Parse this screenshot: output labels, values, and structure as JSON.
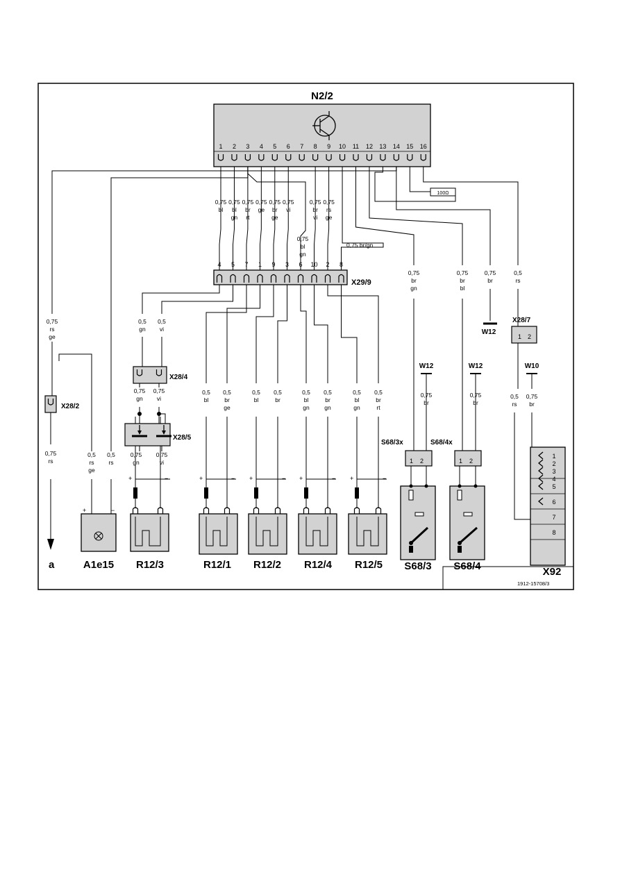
{
  "module": {
    "label": "N2/2",
    "pins": [
      "1",
      "2",
      "3",
      "4",
      "5",
      "6",
      "7",
      "8",
      "9",
      "10",
      "11",
      "12",
      "13",
      "14",
      "15",
      "16"
    ]
  },
  "resistor": {
    "label": "100Ω"
  },
  "connector_x29_9": {
    "label": "X29/9",
    "pins": [
      "4",
      "5",
      "7",
      "1",
      "9",
      "3",
      "6",
      "10",
      "2",
      "8"
    ]
  },
  "top_wires": [
    {
      "gauge": "0,75",
      "colors": [
        "bl"
      ]
    },
    {
      "gauge": "0,75",
      "colors": [
        "bl",
        "gn"
      ]
    },
    {
      "gauge": "0,75",
      "colors": [
        "br",
        "rt"
      ]
    },
    {
      "gauge": "0,75",
      "colors": [
        "ge"
      ]
    },
    {
      "gauge": "0,75",
      "colors": [
        "br",
        "ge"
      ]
    },
    {
      "gauge": "0,75",
      "colors": [
        "vi"
      ]
    },
    {
      "gauge": "0,75",
      "colors": [
        "br",
        "vi"
      ]
    },
    {
      "gauge": "0,75",
      "colors": [
        "rs",
        "ge"
      ]
    }
  ],
  "mid_wire": {
    "gauge": "0,75",
    "colors": [
      "bl",
      "gn"
    ]
  },
  "brgn_label": "0,75 br/gn",
  "right_wires": [
    {
      "gauge": "0,75",
      "colors": [
        "br",
        "gn"
      ]
    },
    {
      "gauge": "0,75",
      "colors": [
        "br",
        "bl"
      ]
    },
    {
      "gauge": "0,75",
      "colors": [
        "br"
      ]
    },
    {
      "gauge": "0,5",
      "colors": [
        "rs"
      ]
    }
  ],
  "left_wires": [
    {
      "gauge": "0,75",
      "colors": [
        "rs",
        "ge"
      ]
    },
    {
      "gauge": "0,5",
      "colors": [
        "gn"
      ]
    },
    {
      "gauge": "0,5",
      "colors": [
        "vi"
      ]
    }
  ],
  "x28_4_wires": [
    {
      "gauge": "0,75",
      "colors": [
        "gn"
      ]
    },
    {
      "gauge": "0,75",
      "colors": [
        "vi"
      ]
    }
  ],
  "x28_5_wires": [
    {
      "gauge": "0,75",
      "colors": [
        "gn"
      ]
    },
    {
      "gauge": "0,75",
      "colors": [
        "vi"
      ]
    }
  ],
  "a1e15_wires": [
    {
      "gauge": "0,5",
      "colors": [
        "rs",
        "ge"
      ]
    },
    {
      "gauge": "0,5",
      "colors": [
        "rs"
      ]
    }
  ],
  "below_x28_2": {
    "gauge": "0,75",
    "colors": [
      "rs"
    ]
  },
  "sensor_wires": [
    {
      "gauge": "0,5",
      "colors": [
        "bl"
      ]
    },
    {
      "gauge": "0,5",
      "colors": [
        "br",
        "ge"
      ]
    },
    {
      "gauge": "0,5",
      "colors": [
        "bl"
      ]
    },
    {
      "gauge": "0,5",
      "colors": [
        "br"
      ]
    },
    {
      "gauge": "0,5",
      "colors": [
        "bl",
        "gn"
      ]
    },
    {
      "gauge": "0,5",
      "colors": [
        "br",
        "gn"
      ]
    },
    {
      "gauge": "0,5",
      "colors": [
        "bl",
        "gn"
      ]
    },
    {
      "gauge": "0,5",
      "colors": [
        "br",
        "rt"
      ]
    }
  ],
  "ground_wires": [
    {
      "gauge": "0,75",
      "colors": [
        "br"
      ]
    },
    {
      "gauge": "0,75",
      "colors": [
        "br"
      ]
    },
    {
      "gauge": "0,5",
      "colors": [
        "rs"
      ]
    },
    {
      "gauge": "0,75",
      "colors": [
        "br"
      ]
    }
  ],
  "grounds": [
    "W12",
    "W12",
    "W12",
    "W10"
  ],
  "connectors": {
    "x28_2": "X28/2",
    "x28_4": "X28/4",
    "x28_5": "X28/5",
    "x28_7": "X28/7",
    "s68_3x": "S68/3x",
    "s68_4x": "S68/4x"
  },
  "plug_pins": [
    "1",
    "2"
  ],
  "components": [
    "a",
    "A1e15",
    "R12/3",
    "R12/1",
    "R12/2",
    "R12/4",
    "R12/5",
    "S68/3",
    "S68/4",
    "X92"
  ],
  "x92_pins": [
    "1",
    "2",
    "3",
    "4",
    "5",
    "6",
    "7",
    "8"
  ],
  "signs": {
    "plus": "+",
    "minus": "−"
  },
  "code": "1912-15708/3"
}
